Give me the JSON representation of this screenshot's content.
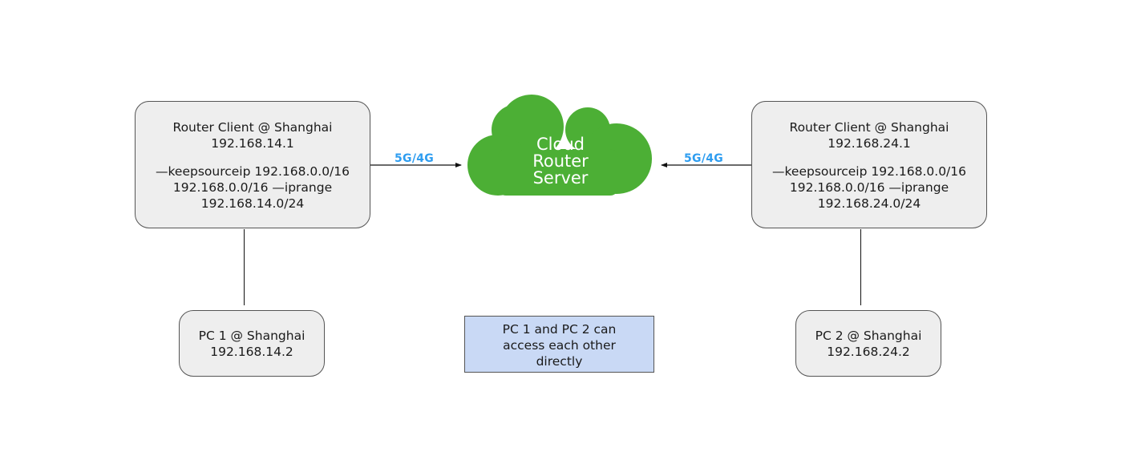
{
  "router_left": {
    "title": "Router Client @ Shanghai",
    "ip": "192.168.14.1",
    "flags_line1": "—keepsourceip 192.168.0.0/16",
    "flags_line2": "192.168.0.0/16 —iprange",
    "flags_line3": "192.168.14.0/24"
  },
  "router_right": {
    "title": "Router Client @ Shanghai",
    "ip": "192.168.24.1",
    "flags_line1": "—keepsourceip 192.168.0.0/16",
    "flags_line2": "192.168.0.0/16 —iprange",
    "flags_line3": "192.168.24.0/24"
  },
  "cloud": {
    "line1": "Cloud",
    "line2": "Router",
    "line3": "Server",
    "color": "#4caf35"
  },
  "links": {
    "left_label": "5G/4G",
    "right_label": "5G/4G",
    "label_color": "#2e9df0"
  },
  "pc_left": {
    "title": "PC 1 @ Shanghai",
    "ip": "192.168.14.2"
  },
  "pc_right": {
    "title": "PC 2 @ Shanghai",
    "ip": "192.168.24.2"
  },
  "note": {
    "line1": "PC 1 and PC 2 can",
    "line2": "access each other",
    "line3": "directly"
  }
}
